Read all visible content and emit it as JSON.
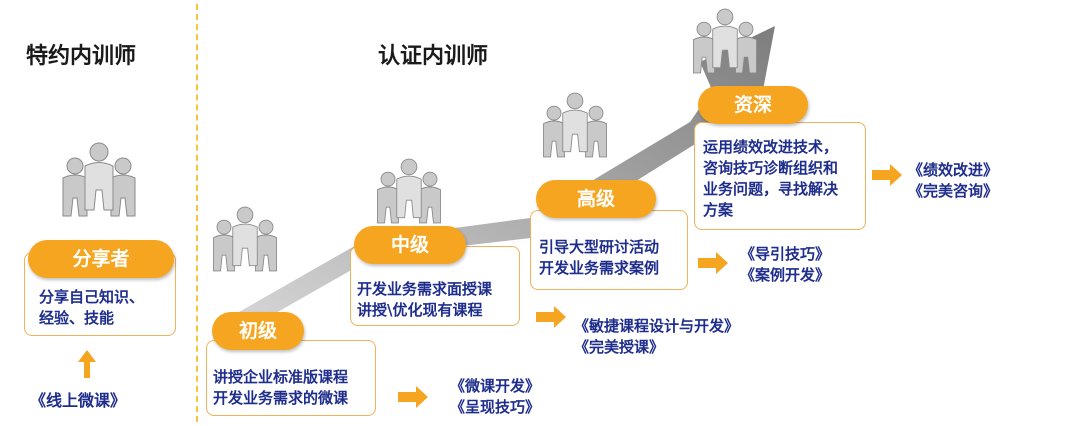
{
  "headings": {
    "left": "特约内训师",
    "right": "认证内训师"
  },
  "colors": {
    "accent": "#f5a520",
    "text": "#1f2e8c",
    "divider": "#f5c542",
    "ramp": "#8c8c8c"
  },
  "icons": {
    "people": "people-group-icon",
    "arrow": "arrow-right-icon"
  },
  "levels": [
    {
      "id": "sharer",
      "label": "分享者",
      "desc": [
        "分享自己知识、",
        "经验、技能"
      ],
      "courses": [
        "《线上微课》"
      ]
    },
    {
      "id": "junior",
      "label": "初级",
      "desc": [
        "讲授企业标准版课程",
        "开发业务需求的微课"
      ],
      "courses": [
        "《微课开发》",
        "《呈现技巧》"
      ]
    },
    {
      "id": "intermediate",
      "label": "中级",
      "desc": [
        "开发业务需求面授课",
        "讲授\\优化现有课程"
      ],
      "courses": [
        "《敏捷课程设计与开发》",
        "《完美授课》"
      ]
    },
    {
      "id": "senior",
      "label": "高级",
      "desc": [
        "引导大型研讨活动",
        "开发业务需求案例"
      ],
      "courses": [
        "《导引技巧》",
        "《案例开发》"
      ]
    },
    {
      "id": "expert",
      "label": "资深",
      "desc": [
        "运用绩效改进技术，",
        "咨询技巧诊断组织和",
        "业务问题，寻找解决",
        "方案"
      ],
      "courses": [
        "《绩效改进》",
        "《完美咨询》"
      ]
    }
  ]
}
